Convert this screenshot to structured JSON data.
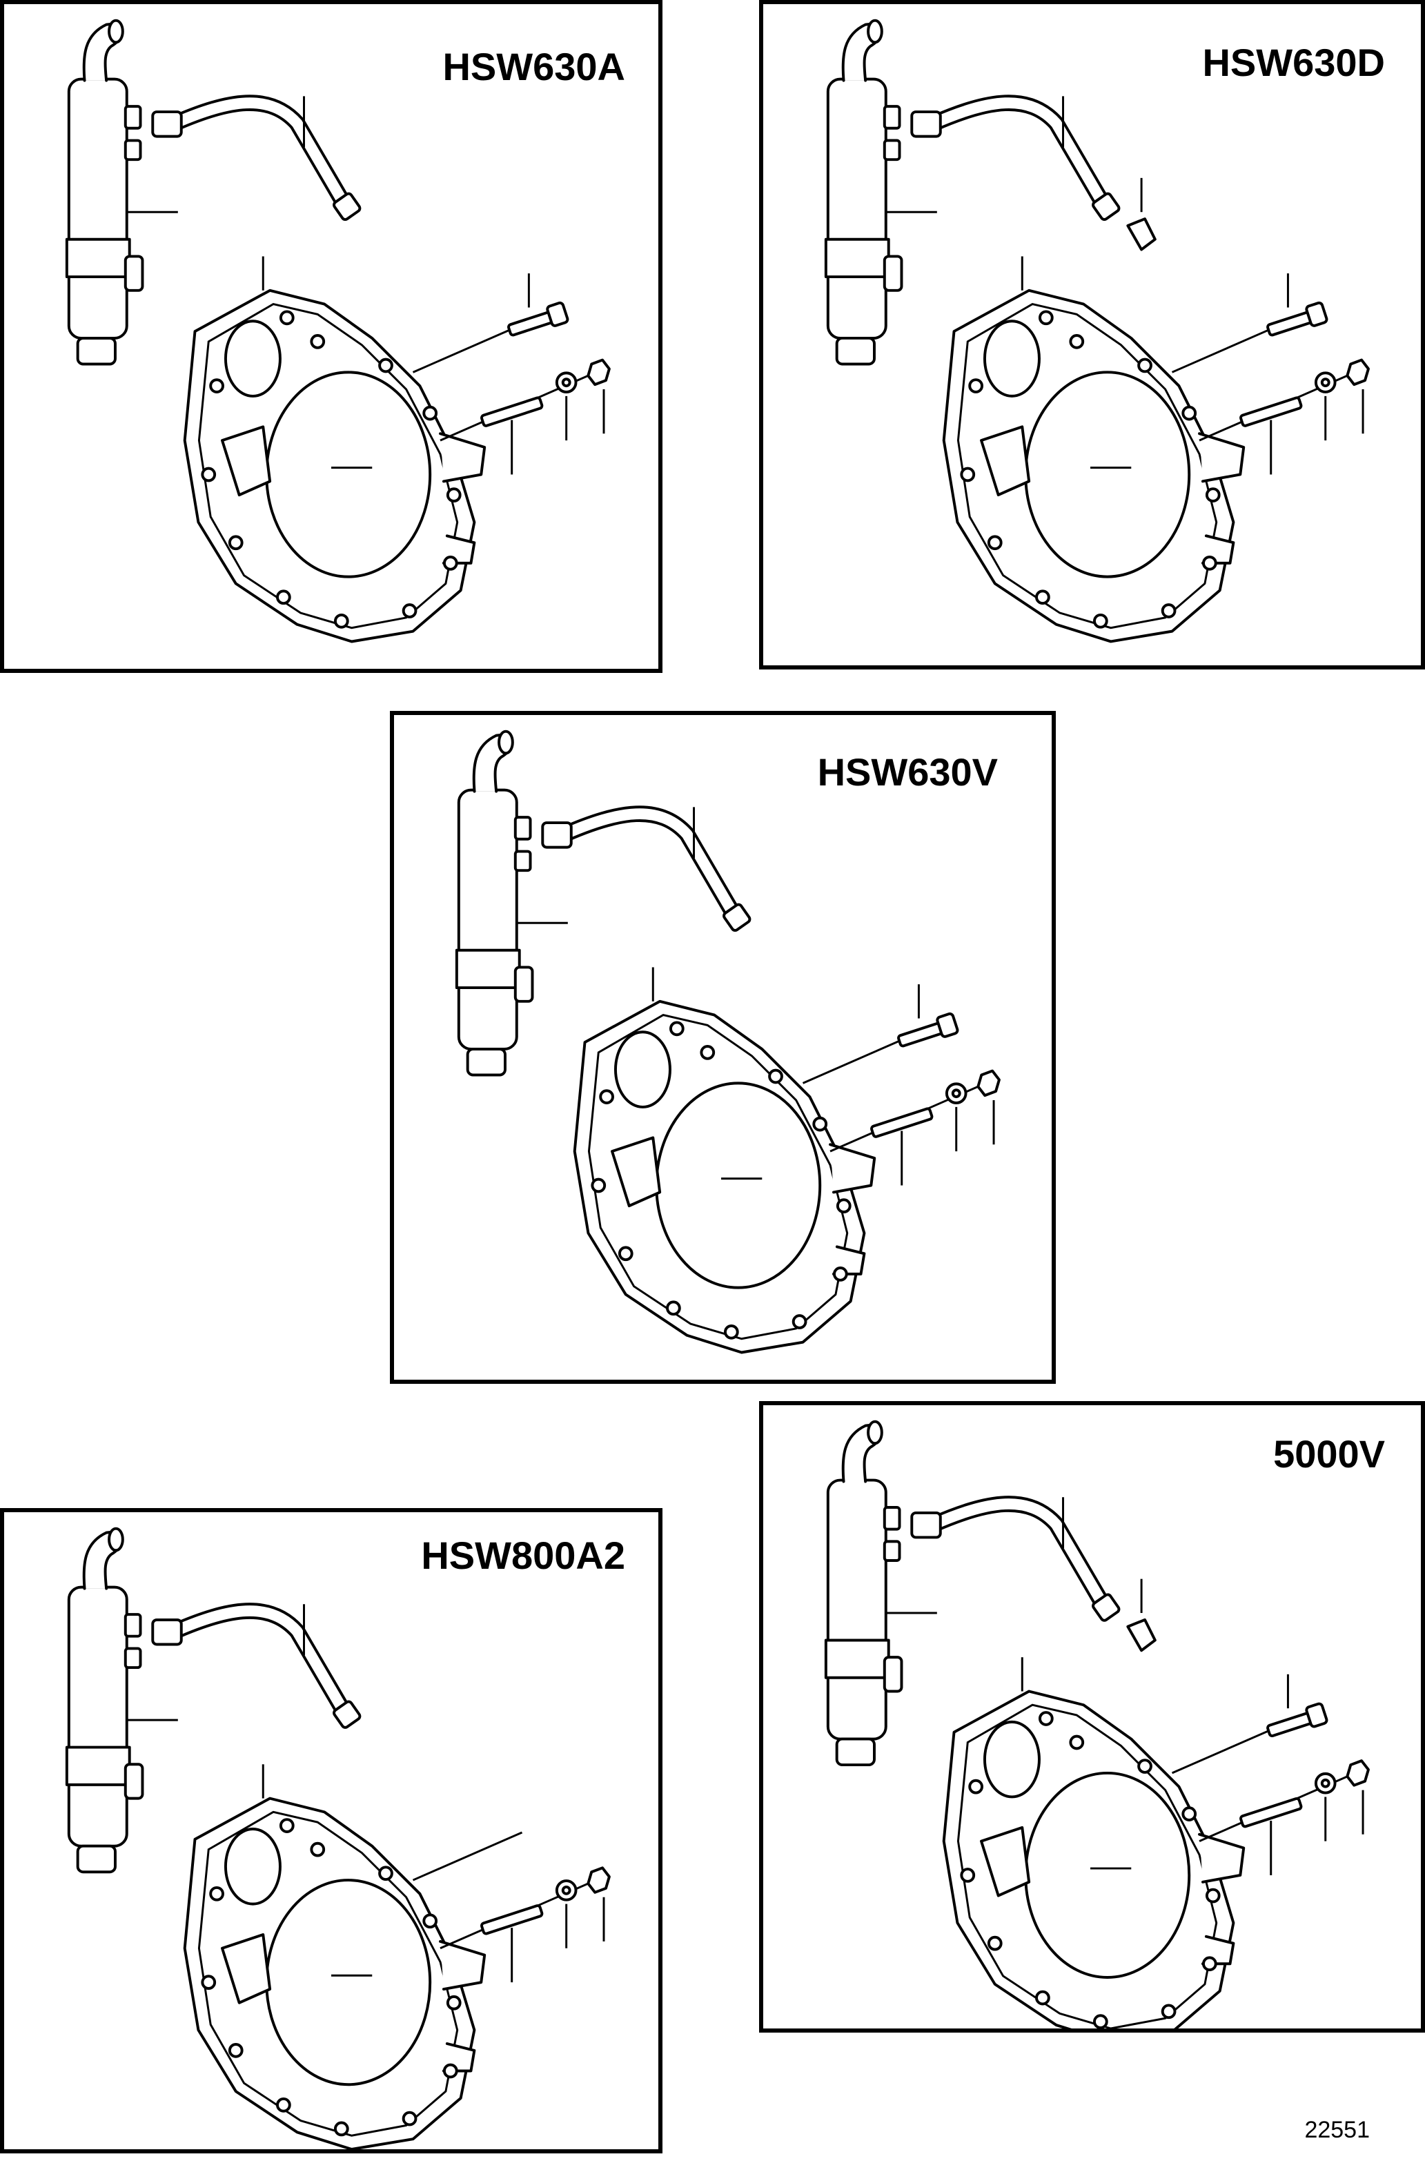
{
  "panels": [
    {
      "model": "HSW630A",
      "has_elbow": false,
      "has_bolt": true
    },
    {
      "model": "HSW630D",
      "has_elbow": true,
      "has_bolt": true
    },
    {
      "model": "HSW630V",
      "has_elbow": false,
      "has_bolt": true
    },
    {
      "model": "HSW800A2",
      "has_elbow": false,
      "has_bolt": false
    },
    {
      "model": "5000V",
      "has_elbow": true,
      "has_bolt": true
    }
  ],
  "figure_number": "22551"
}
